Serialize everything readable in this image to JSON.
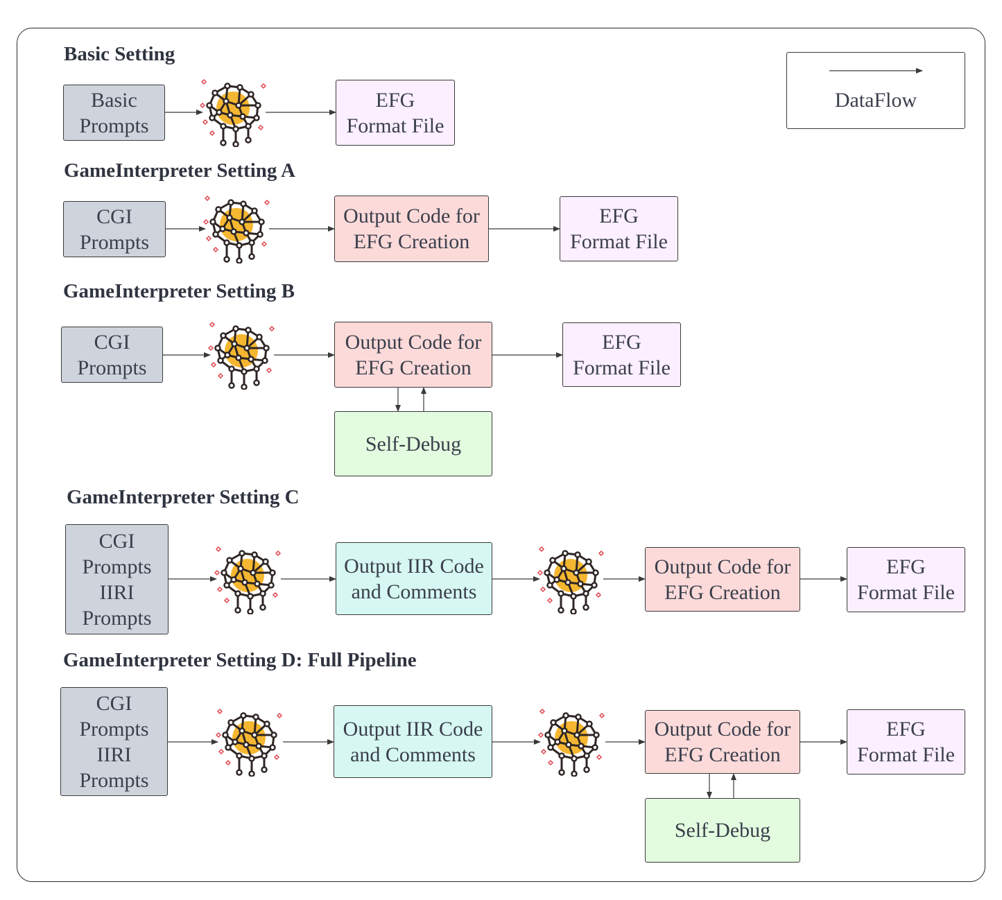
{
  "legend": {
    "label": "DataFlow"
  },
  "sections": {
    "basic": {
      "title": "Basic Setting"
    },
    "a": {
      "title": "GameInterpreter Setting A"
    },
    "b": {
      "title": "GameInterpreter Setting B"
    },
    "c": {
      "title": "GameInterpreter Setting C"
    },
    "d": {
      "title": "GameInterpreter Setting D: Full Pipeline"
    }
  },
  "boxes": {
    "basic_prompts": "Basic\nPrompts",
    "cgi_prompts": "CGI\nPrompts",
    "cgi_iiri_prompts": "CGI\nPrompts\nIIRI\nPrompts",
    "efg_file": "EFG\nFormat File",
    "output_code": "Output Code for\nEFG Creation",
    "output_iir": "Output IIR Code\nand Comments",
    "self_debug": "Self-Debug"
  },
  "colors": {
    "prompt_box": "#cfd4dc",
    "code_box": "#fcdada",
    "efg_box": "#fcefff",
    "iir_box": "#d6f7f2",
    "debug_box": "#e3fbdf",
    "brain_fill": "#f5b731",
    "brain_lines": "#2e2624",
    "sparkle": "#e0454f"
  },
  "icons": {
    "model": "neural-network-brain-icon"
  }
}
